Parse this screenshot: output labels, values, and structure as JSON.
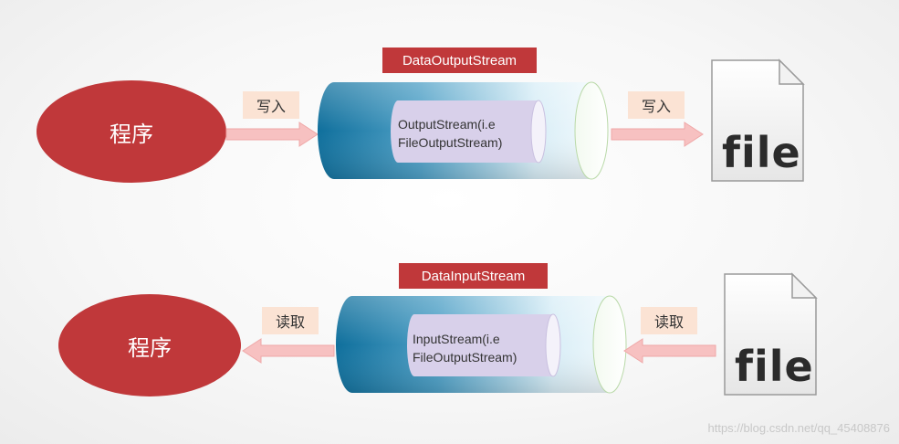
{
  "top": {
    "program_label": "程序",
    "write_label_left": "写入",
    "stream_title": "DataOutputStream",
    "inner_line1": "OutputStream(i.e",
    "inner_line2": "FileOutputStream)",
    "write_label_right": "写入",
    "file_label": "file"
  },
  "bottom": {
    "program_label": "程序",
    "read_label_left": "读取",
    "stream_title": "DataInputStream",
    "inner_line1": "InputStream(i.e",
    "inner_line2": "FileOutputStream)",
    "read_label_right": "读取",
    "file_label": "file"
  },
  "watermark": "https://blog.csdn.net/qq_45408876",
  "colors": {
    "program_fill": "#c0383a",
    "title_fill": "#c0383a",
    "label_fill": "#fbe3d4",
    "arrow_fill": "#f7c1c1",
    "cylinder_dark": "#0f6f9c",
    "inner_fill": "#d8d0ea"
  }
}
